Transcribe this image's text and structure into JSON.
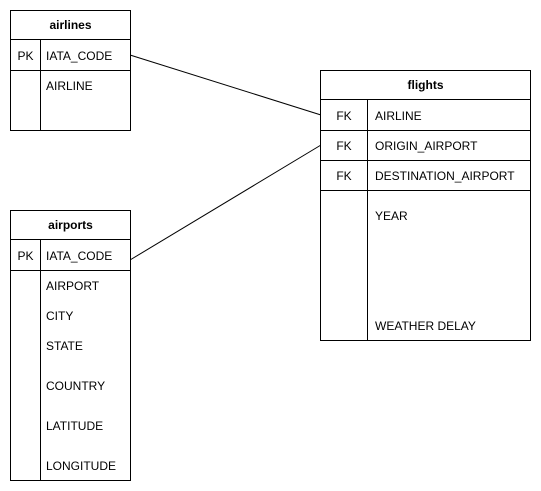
{
  "airlines": {
    "title": "airlines",
    "rows": [
      {
        "key": "PK",
        "field": "IATA_CODE"
      },
      {
        "key": "",
        "field": "AIRLINE"
      }
    ]
  },
  "airports": {
    "title": "airports",
    "rows": [
      {
        "key": "PK",
        "field": "IATA_CODE"
      },
      {
        "key": "",
        "field": "AIRPORT"
      },
      {
        "key": "",
        "field": "CITY"
      },
      {
        "key": "",
        "field": "STATE"
      },
      {
        "key": "",
        "field": "COUNTRY"
      },
      {
        "key": "",
        "field": "LATITUDE"
      },
      {
        "key": "",
        "field": "LONGITUDE"
      }
    ]
  },
  "flights": {
    "title": "flights",
    "rows": [
      {
        "key": "FK",
        "field": "AIRLINE"
      },
      {
        "key": "FK",
        "field": "ORIGIN_AIRPORT"
      },
      {
        "key": "FK",
        "field": "DESTINATION_AIRPORT"
      },
      {
        "key": "",
        "field": "YEAR"
      },
      {
        "key": "",
        "field": "WEATHER DELAY"
      }
    ]
  },
  "relationships": [
    {
      "from": "airlines.IATA_CODE",
      "to": "flights.AIRLINE"
    },
    {
      "from": "airports.IATA_CODE",
      "to": "flights.ORIGIN_AIRPORT"
    }
  ]
}
